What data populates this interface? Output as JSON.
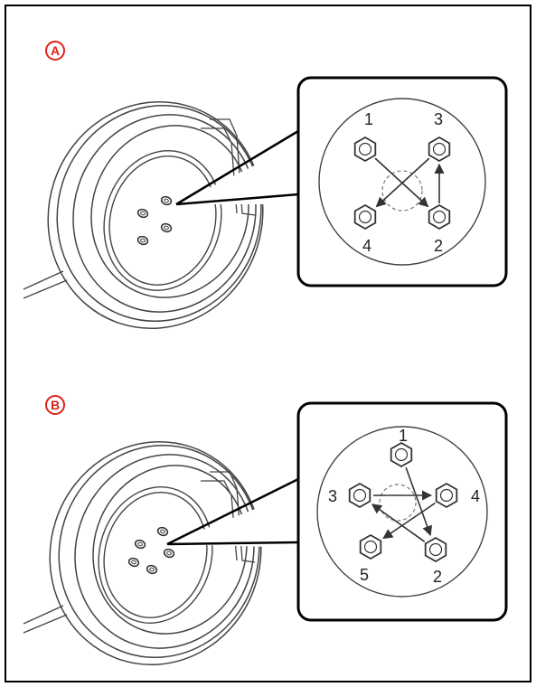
{
  "colors": {
    "frame": "#000000",
    "line": "#444444",
    "label": "#e0201b",
    "background": "#ffffff"
  },
  "panels": [
    {
      "label": "A",
      "nut_count": 4,
      "bolts": [
        {
          "number": "1"
        },
        {
          "number": "3"
        },
        {
          "number": "4"
        },
        {
          "number": "2"
        }
      ],
      "sequence": [
        "1",
        "2",
        "3",
        "4"
      ]
    },
    {
      "label": "B",
      "nut_count": 5,
      "bolts": [
        {
          "number": "1"
        },
        {
          "number": "3"
        },
        {
          "number": "4"
        },
        {
          "number": "5"
        },
        {
          "number": "2"
        }
      ],
      "sequence": [
        "1",
        "2",
        "3",
        "4",
        "5"
      ]
    }
  ]
}
